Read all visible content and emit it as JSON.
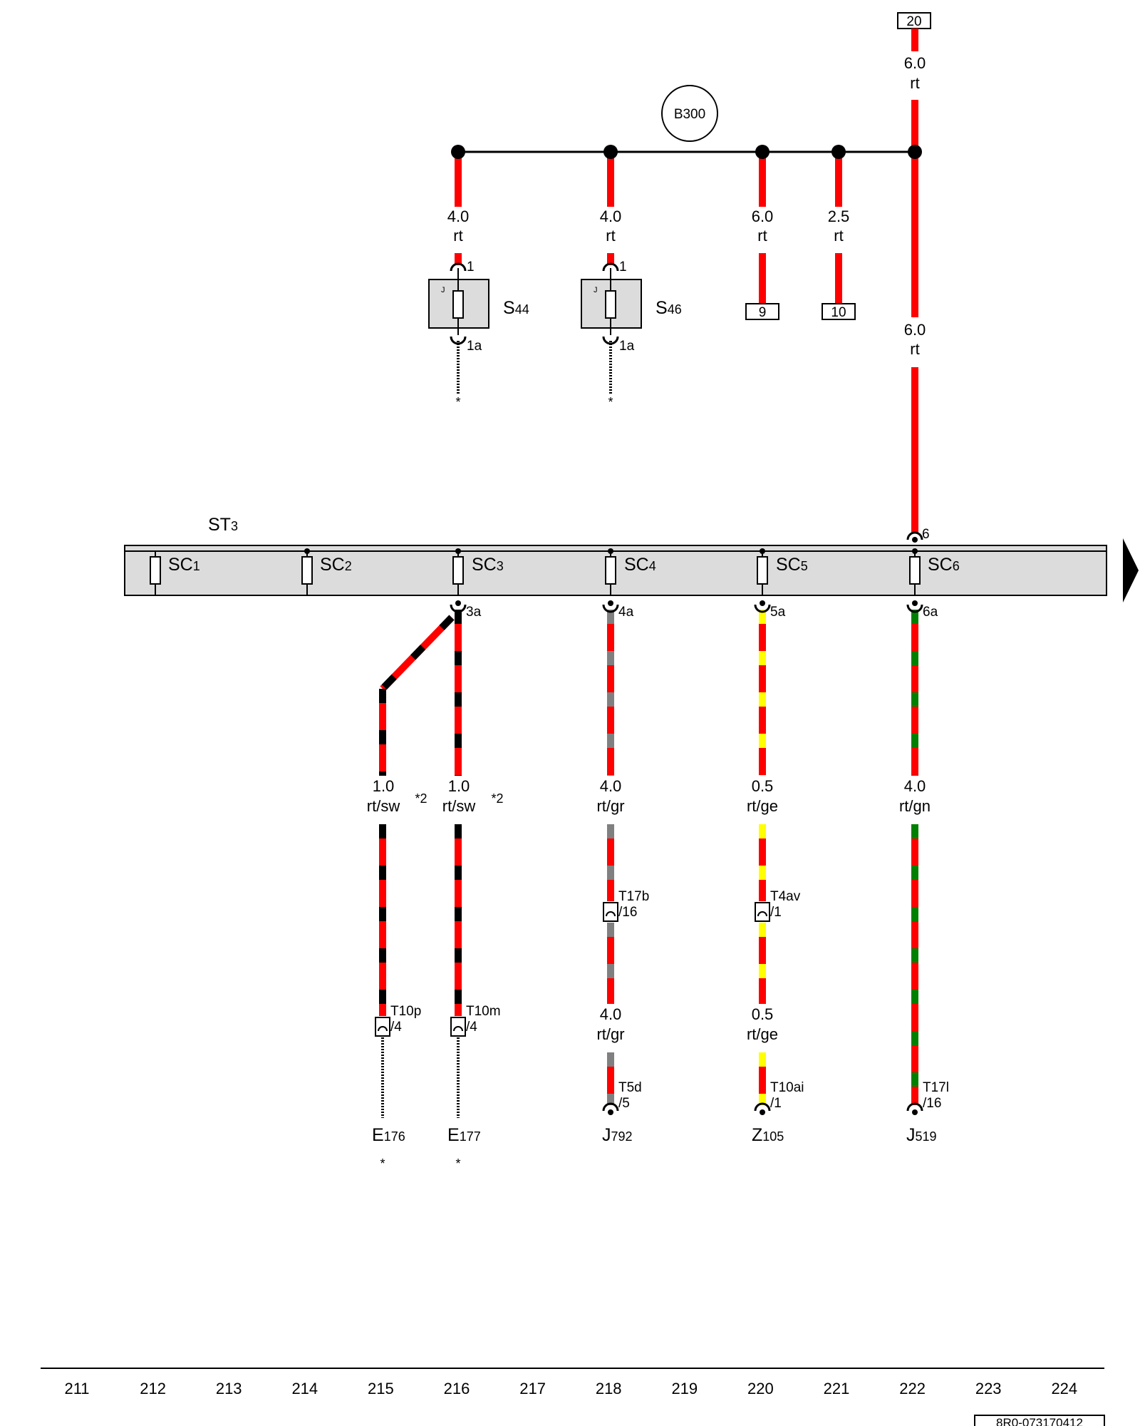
{
  "diagram": {
    "main_ground": {
      "label": "B300"
    },
    "busbar": {
      "label_main": "ST",
      "label_sub": "3"
    },
    "top_terminal": {
      "label": "20"
    },
    "wire_labels": {
      "top_gauge": "6.0",
      "top_color": "rt",
      "w504_gauge": "4.0",
      "w504_color": "rt",
      "w671_gauge": "4.0",
      "w671_color": "rt",
      "w838_gauge": "6.0",
      "w838_color": "rt",
      "w922_gauge": "2.5",
      "w922_color": "rt",
      "mid_gauge": "6.0",
      "mid_color": "rt",
      "e176_gauge": "1.0",
      "e176_color": "rt/sw",
      "e176_note": "*2",
      "e177_gauge": "1.0",
      "e177_color": "rt/sw",
      "e177_note": "*2",
      "sc4_gauge_a": "4.0",
      "sc4_color_a": "rt/gr",
      "sc4_gauge_b": "4.0",
      "sc4_color_b": "rt/gr",
      "sc5_gauge_a": "0.5",
      "sc5_color_a": "rt/ge",
      "sc5_gauge_b": "0.5",
      "sc5_color_b": "rt/ge",
      "sc6_gauge": "4.0",
      "sc6_color": "rt/gn"
    },
    "terminals": {
      "t9": "9",
      "t10": "10"
    },
    "fuses": {
      "s44": {
        "main": "S",
        "sub": "44",
        "pin_top": "1",
        "pin_bottom": "1a",
        "j": "J",
        "star": "*"
      },
      "s46": {
        "main": "S",
        "sub": "46",
        "pin_top": "1",
        "pin_bottom": "1a",
        "j": "J",
        "star": "*"
      }
    },
    "sc_fuses": [
      {
        "main": "SC",
        "sub": "1"
      },
      {
        "main": "SC",
        "sub": "2"
      },
      {
        "main": "SC",
        "sub": "3"
      },
      {
        "main": "SC",
        "sub": "4"
      },
      {
        "main": "SC",
        "sub": "5"
      },
      {
        "main": "SC",
        "sub": "6"
      }
    ],
    "sc_pins": {
      "p3a": "3a",
      "p4a": "4a",
      "p5a": "5a",
      "p6a": "6a",
      "p6": "6"
    },
    "connectors": {
      "t10p_name": "T10p",
      "t10p_pin": "/4",
      "t10m_name": "T10m",
      "t10m_pin": "/4",
      "t17b_name": "T17b",
      "t17b_pin": "/16",
      "t4av_name": "T4av",
      "t4av_pin": "/1",
      "t5d_name": "T5d",
      "t5d_pin": "/5",
      "t10ai_name": "T10ai",
      "t10ai_pin": "/1",
      "t17l_name": "T17l",
      "t17l_pin": "/16"
    },
    "components": {
      "e176": {
        "main": "E",
        "sub": "176",
        "star": "*"
      },
      "e177": {
        "main": "E",
        "sub": "177",
        "star": "*"
      },
      "j792": {
        "main": "J",
        "sub": "792"
      },
      "z105": {
        "main": "Z",
        "sub": "105"
      },
      "j519": {
        "main": "J",
        "sub": "519"
      }
    },
    "columns": [
      "211",
      "212",
      "213",
      "214",
      "215",
      "216",
      "217",
      "218",
      "219",
      "220",
      "221",
      "222",
      "223",
      "224"
    ],
    "doc_id": "8R0-073170412",
    "colors": {
      "red": "#ff0000",
      "black": "#000000",
      "grey": "#808080",
      "yellow": "#ffff00",
      "green": "#008000",
      "fuse_fill": "#dcdcdc"
    }
  }
}
